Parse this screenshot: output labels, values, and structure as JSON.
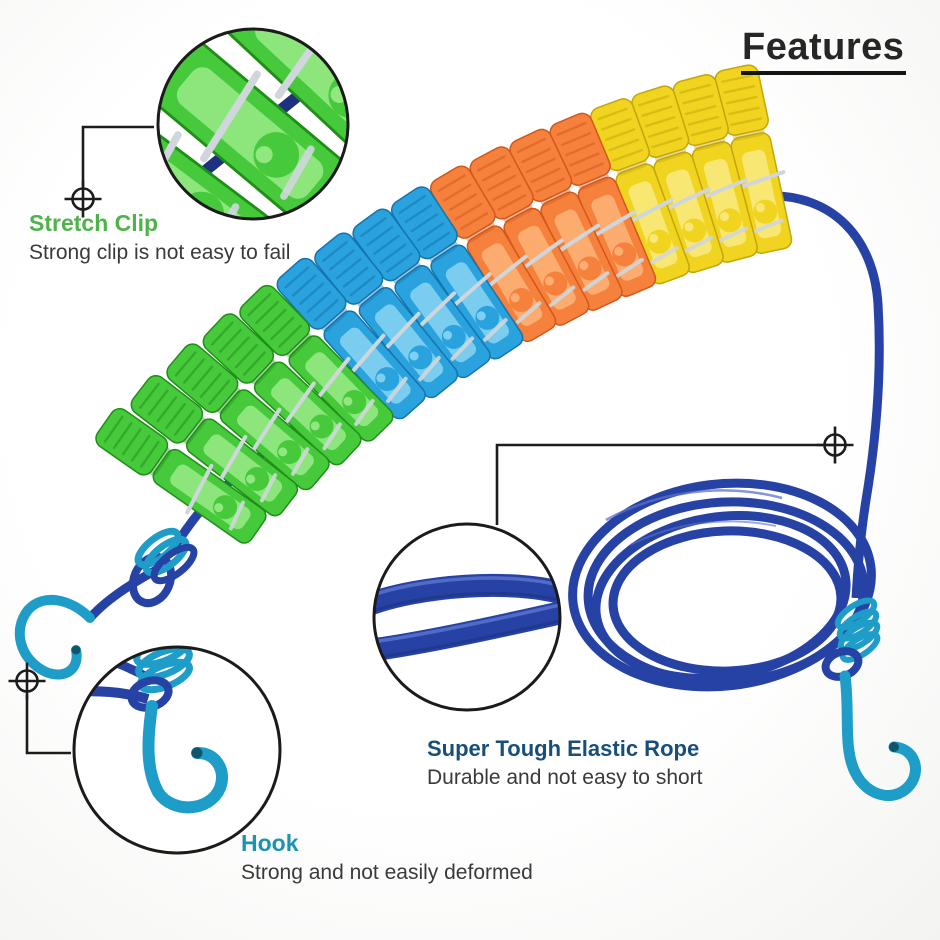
{
  "header": {
    "title": "Features"
  },
  "callouts": {
    "stretch_clip": {
      "title": "Stretch Clip",
      "subtitle": "Strong clip is not easy to fail",
      "title_color": "#4eb348"
    },
    "elastic_rope": {
      "title": "Super Tough Elastic Rope",
      "subtitle": "Durable and not easy to short",
      "title_color": "#174e7c"
    },
    "hook": {
      "title": "Hook",
      "subtitle": "Strong and not easily deformed",
      "title_color": "#1b93b3"
    }
  },
  "text_colors": {
    "title": "#262626",
    "subtitle": "#3a3a3a"
  },
  "marker_color": "#1c1c1c",
  "product": {
    "rope_color": "#2742a5",
    "rod_color": "#1e3180",
    "rope_highlight": "#5a72cf",
    "hook_color": "#1f9dc9",
    "hook_tip_color": "#0f566b",
    "metal_color": "#cfd6dc",
    "clip_groups": [
      {
        "name": "green",
        "count": 5,
        "main": "#46c93a",
        "light": "#90e87f",
        "dark": "#1f8f17"
      },
      {
        "name": "blue",
        "count": 4,
        "main": "#2aa2de",
        "light": "#7fd0f0",
        "dark": "#1474ad"
      },
      {
        "name": "orange",
        "count": 4,
        "main": "#f5813d",
        "light": "#fcae72",
        "dark": "#d4571a"
      },
      {
        "name": "yellow",
        "count": 4,
        "main": "#f0d41f",
        "light": "#f9e878",
        "dark": "#c4a50a"
      }
    ]
  }
}
